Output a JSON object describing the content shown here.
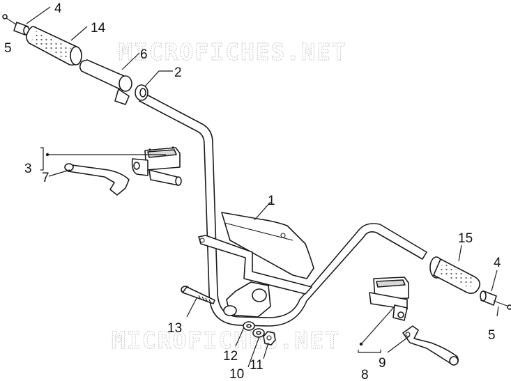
{
  "watermark": "MICROFICHES.NET",
  "callouts": {
    "c1": "1",
    "c2": "2",
    "c3": "3",
    "c4a": "4",
    "c4b": "4",
    "c5a": "5",
    "c5b": "5",
    "c6": "6",
    "c7": "7",
    "c8": "8",
    "c9": "9",
    "c10": "10",
    "c11": "11",
    "c12": "12",
    "c13": "13",
    "c14": "14",
    "c15": "15"
  },
  "colors": {
    "line": "#1a1a1a",
    "part_fill": "#ffffff",
    "watermark_stroke": "#c8c8c8"
  }
}
